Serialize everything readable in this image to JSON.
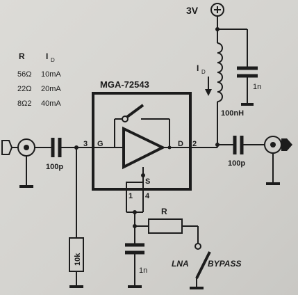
{
  "supply": {
    "label": "3V"
  },
  "table": {
    "header_r": "R",
    "header_id": "I",
    "header_id_sub": "D",
    "rows": [
      {
        "r": "56Ω",
        "id": "10mA"
      },
      {
        "r": "22Ω",
        "id": "20mA"
      },
      {
        "r": "8Ω2",
        "id": "40mA"
      }
    ]
  },
  "chip": {
    "part_number": "MGA-72543",
    "pin_g_num": "3",
    "pin_g": "G",
    "pin_d": "D",
    "pin_d_num": "2",
    "pin_s": "S",
    "pin_1": "1",
    "pin_4": "4"
  },
  "components": {
    "c_in": "100p",
    "c_out": "100p",
    "inductor": "100nH",
    "c_decouple": "1n",
    "c_source": "1n",
    "resistor_bias": "10k",
    "resistor_r": "R",
    "current_label": "I",
    "current_sub": "D"
  },
  "switch": {
    "lna_label": "LNA",
    "bypass_label": "BYPASS"
  }
}
